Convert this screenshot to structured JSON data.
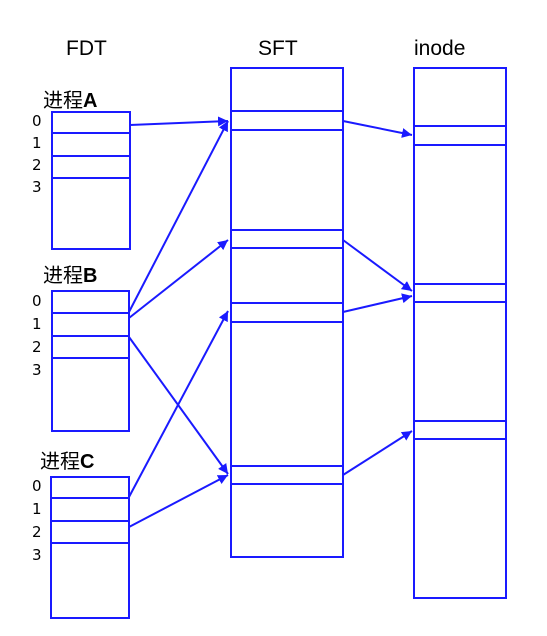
{
  "headers": {
    "fdt": "FDT",
    "sft": "SFT",
    "inode": "inode"
  },
  "processes": [
    {
      "prefix": "进程",
      "letter": "A",
      "indices": [
        "0",
        "1",
        "2",
        "3"
      ]
    },
    {
      "prefix": "进程",
      "letter": "B",
      "indices": [
        "0",
        "1",
        "2",
        "3"
      ]
    },
    {
      "prefix": "进程",
      "letter": "C",
      "indices": [
        "0",
        "1",
        "2",
        "3"
      ]
    }
  ],
  "colors": {
    "line": "#1a1aff",
    "text": "#000000",
    "background": "#ffffff"
  }
}
